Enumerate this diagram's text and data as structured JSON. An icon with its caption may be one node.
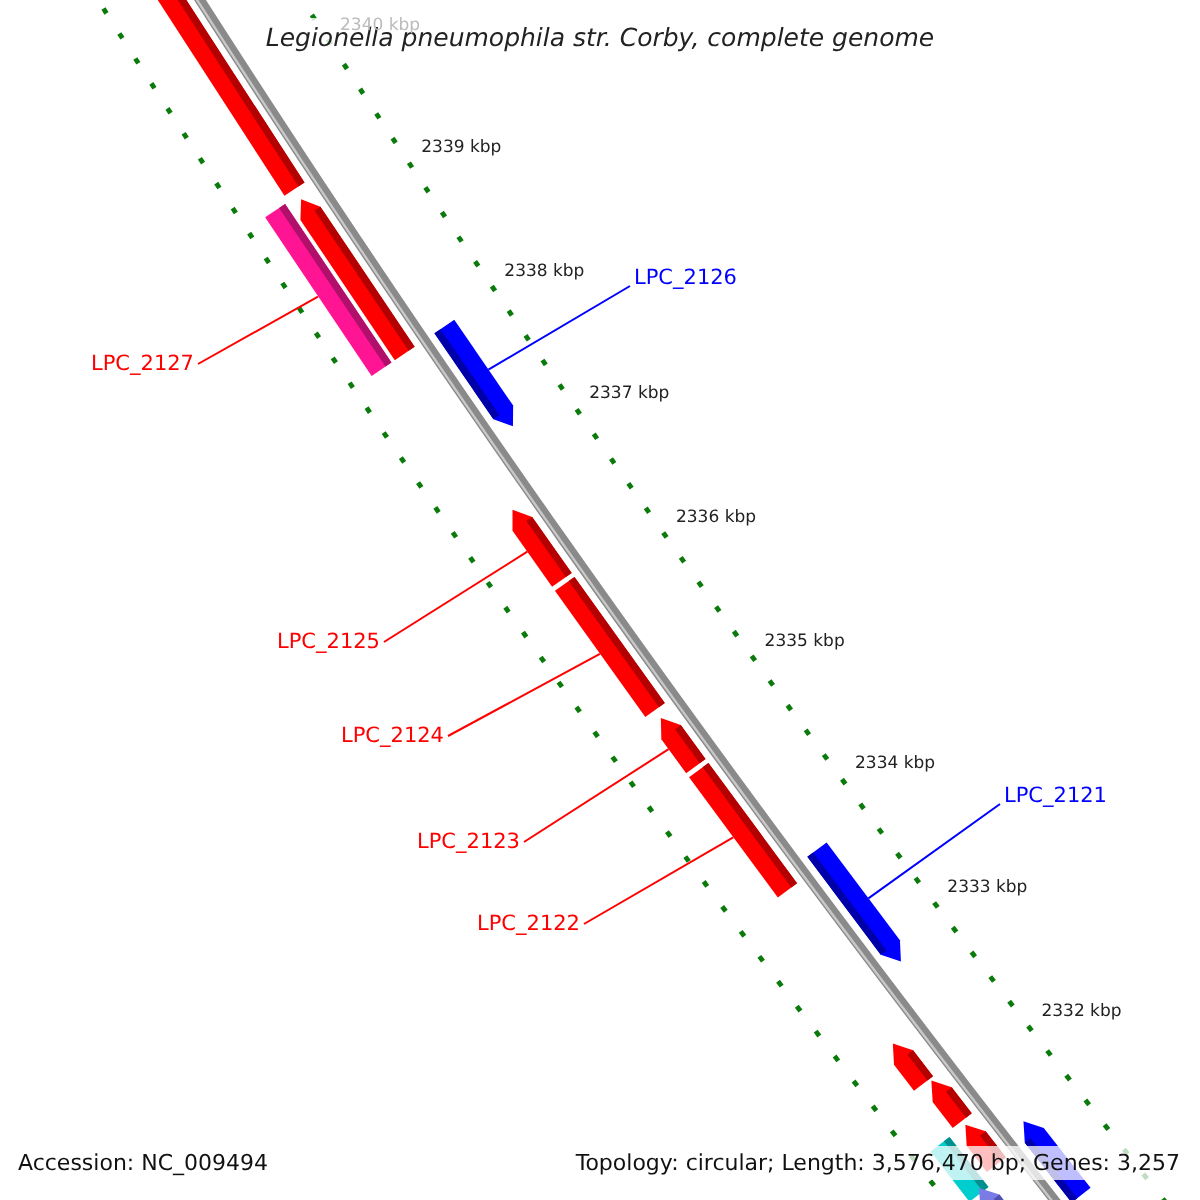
{
  "diagram": {
    "title": "Legionella pneumophila str. Corby, complete genome",
    "nodes": [
      {
        "text": [
          "LPC_2126"
        ]
      },
      {
        "text": [
          "LPC_2127"
        ]
      },
      {
        "text": [
          "LPC_2125"
        ]
      },
      {
        "text": [
          "LPC_2124"
        ]
      },
      {
        "text": [
          "LPC_2123"
        ]
      },
      {
        "text": [
          "LPC_2121"
        ]
      },
      {
        "text": [
          "LPC_2122"
        ]
      },
      {
        "text": [],
        "shape": "bar"
      },
      {
        "text": [],
        "shape": "bar"
      },
      {
        "text": [],
        "shape": "bar"
      },
      {
        "text": [],
        "shape": "bar"
      },
      {
        "text": [],
        "shape": "bar"
      },
      {
        "text": [],
        "shape": "bar"
      },
      {
        "text": [],
        "shape": "bar"
      }
    ],
    "edges": [
      {
        "from": 0,
        "to": 8,
        "arrow": "none",
        "color": "#0000ff"
      },
      {
        "from": 1,
        "to": 7,
        "arrow": "none"
      },
      {
        "from": 2,
        "to": 9,
        "arrow": "none"
      },
      {
        "from": 3,
        "to": 10,
        "arrow": "none"
      },
      {
        "from": 4,
        "to": 11,
        "arrow": "none"
      },
      {
        "from": 5,
        "to": 13,
        "arrow": "none",
        "color": "#0000ff"
      },
      {
        "from": 6,
        "to": 12,
        "arrow": "none"
      }
    ],
    "labels": [
      "2340 kbp",
      "2339 kbp",
      "2338 kbp",
      "2337 kbp",
      "2336 kbp",
      "2335 kbp",
      "2334 kbp",
      "2333 kbp",
      "2332 kbp",
      "Accession: NC_009494",
      "Topology: circular; Length: 3,576,470 bp; Genes: 3,257"
    ]
  }
}
